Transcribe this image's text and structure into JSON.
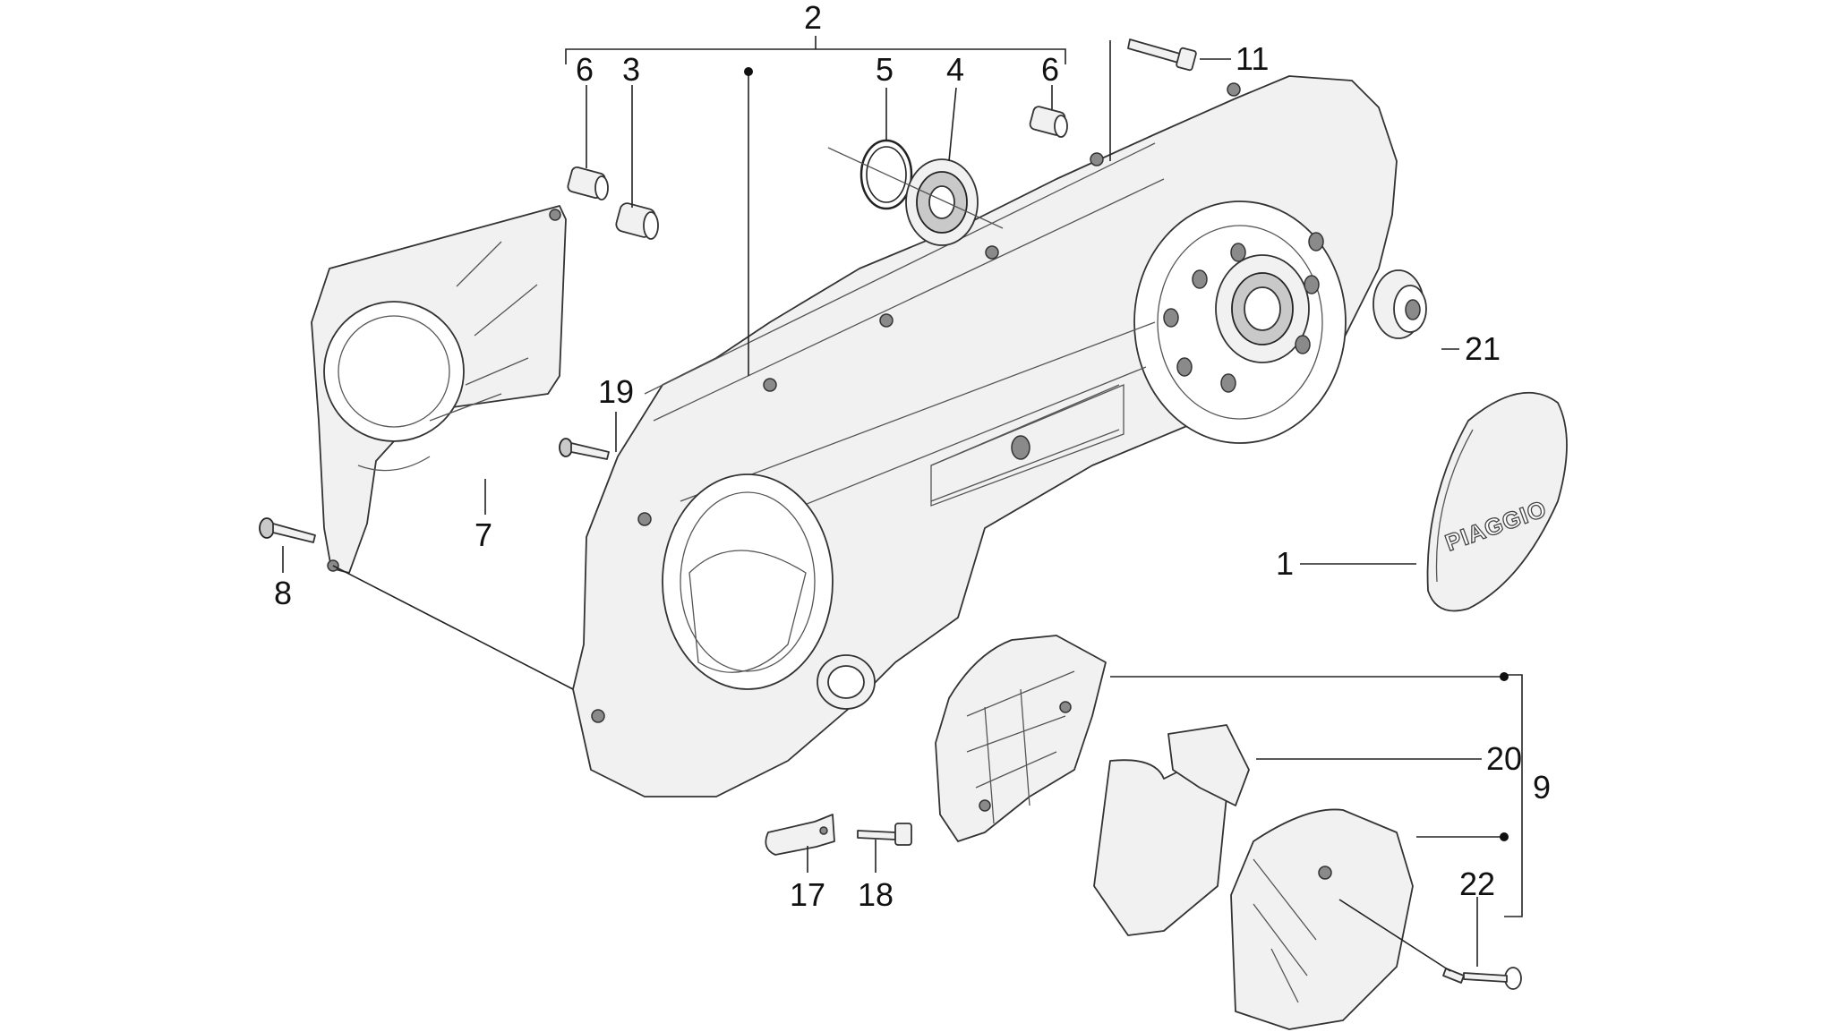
{
  "diagram": {
    "brand_text": "PIAGGIO",
    "labels": {
      "p1": "1",
      "p2": "2",
      "p3": "3",
      "p4": "4",
      "p5": "5",
      "p6a": "6",
      "p6b": "6",
      "p7": "7",
      "p8": "8",
      "p9": "9",
      "p11": "11",
      "p17": "17",
      "p18": "18",
      "p19": "19",
      "p20": "20",
      "p21": "21",
      "p22": "22"
    }
  }
}
